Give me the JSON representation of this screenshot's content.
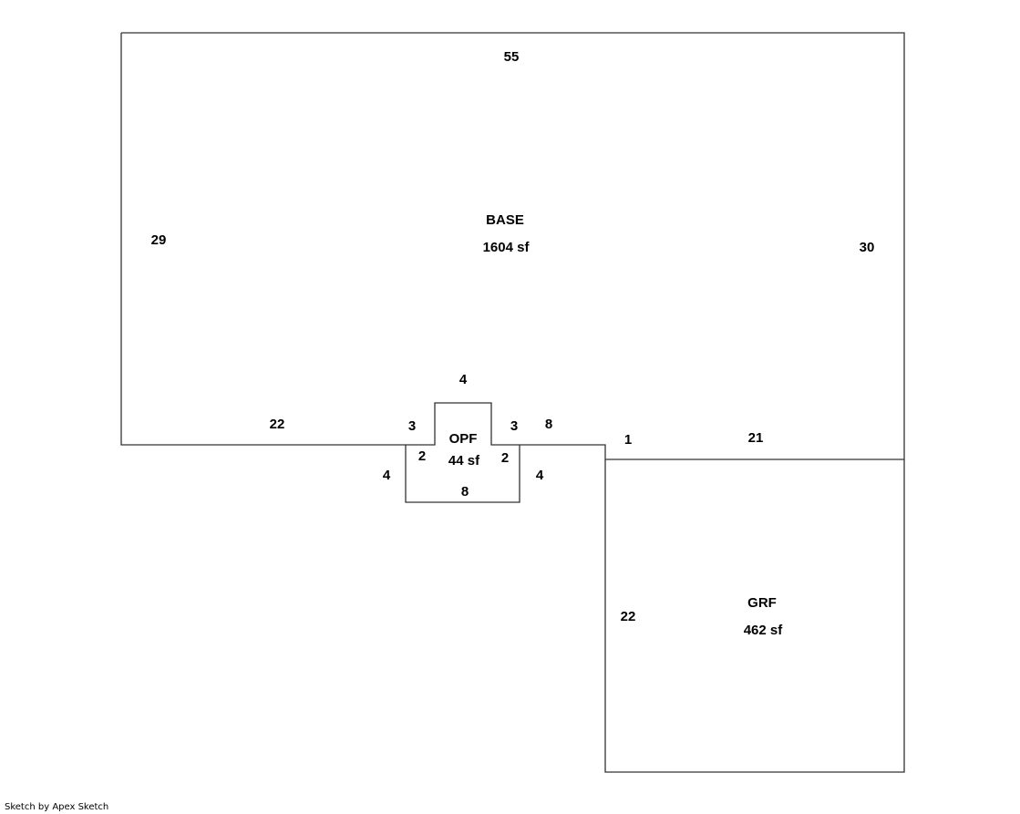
{
  "areas": {
    "base": {
      "name": "BASE",
      "area": "1604 sf"
    },
    "opf": {
      "name": "OPF",
      "area": "44 sf"
    },
    "grf": {
      "name": "GRF",
      "area": "462 sf"
    }
  },
  "dimensions": {
    "base_top": "55",
    "base_left": "29",
    "base_right": "30",
    "base_bottom_left": "22",
    "bump_top": "4",
    "bump_left": "3",
    "bump_right": "3",
    "base_bottom_mid": "8",
    "step": "1",
    "grf_top": "21",
    "grf_left": "22",
    "opf_left_inner": "2",
    "opf_right_inner": "2",
    "opf_left": "4",
    "opf_right": "4",
    "opf_bottom": "8"
  },
  "footer": {
    "credit": "Sketch by Apex Sketch"
  },
  "colors": {
    "line": "#333333",
    "text": "#000000"
  }
}
